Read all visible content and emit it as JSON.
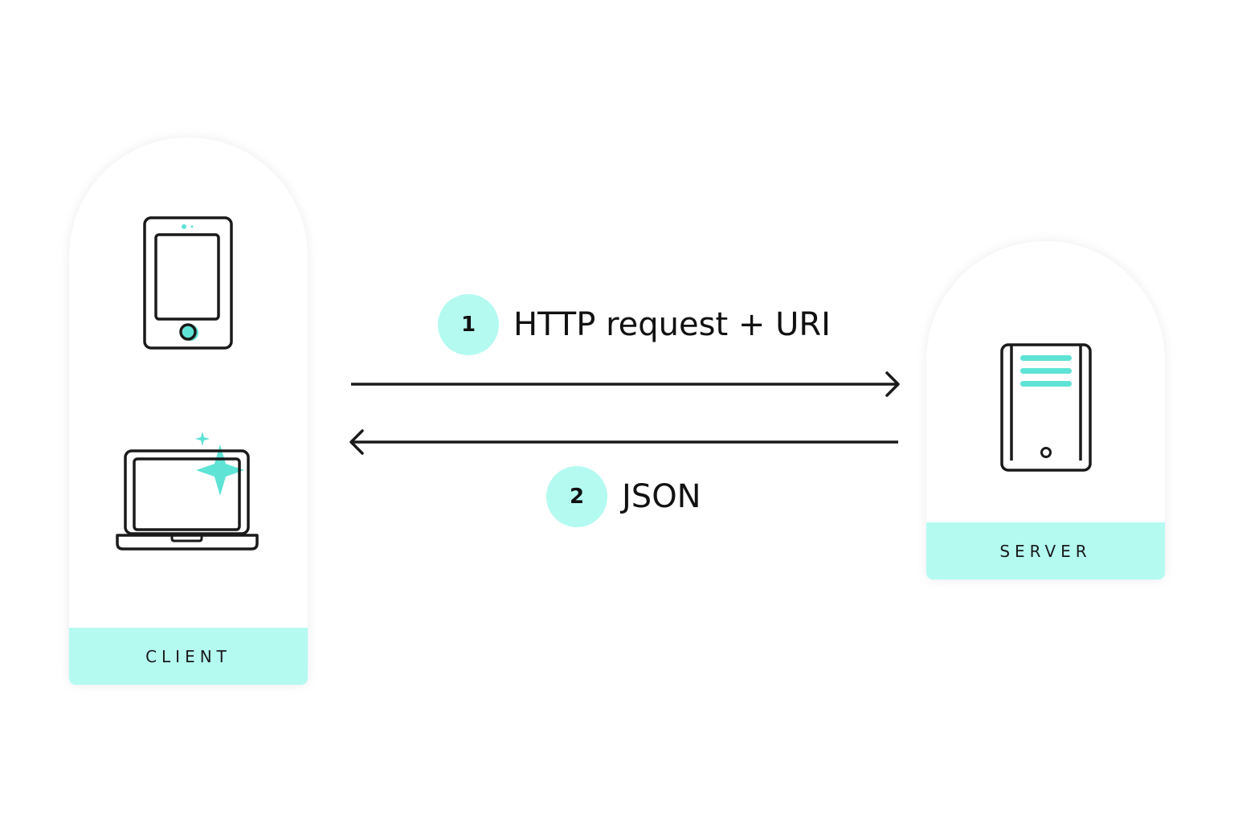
{
  "colors": {
    "accent": "#b4faf1",
    "accent_icon": "#5fe3d5",
    "line": "#1a1a1a"
  },
  "client": {
    "label": "CLIENT",
    "icons": [
      "tablet-icon",
      "laptop-icon"
    ]
  },
  "server": {
    "label": "SERVER",
    "icons": [
      "server-tower-icon"
    ]
  },
  "steps": [
    {
      "number": "1",
      "text": "HTTP request + URI",
      "direction": "client-to-server"
    },
    {
      "number": "2",
      "text": "JSON",
      "direction": "server-to-client"
    }
  ]
}
